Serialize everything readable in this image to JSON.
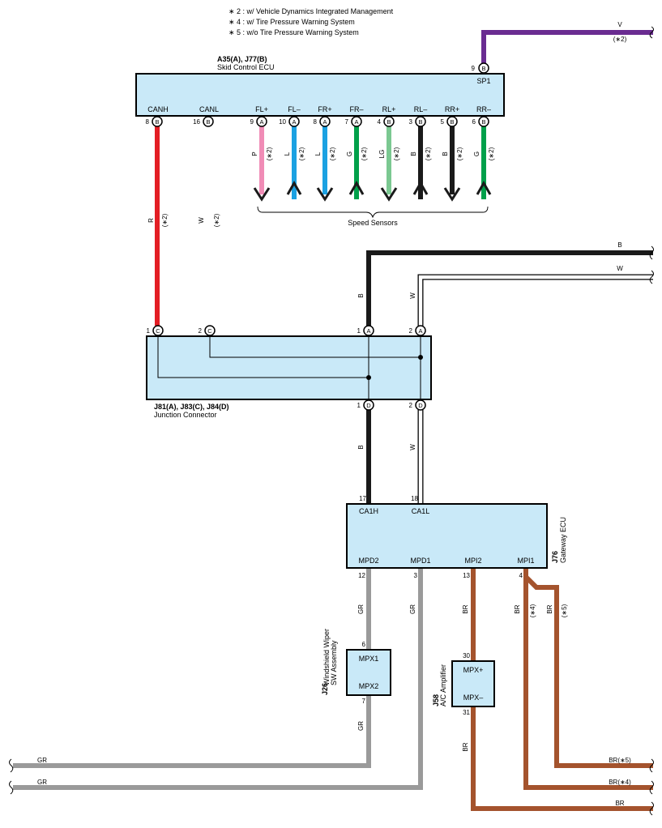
{
  "colors": {
    "R": "#e31e24",
    "V": "#6a2c91",
    "P": "#f08cb6",
    "L": "#1ba1e2",
    "G": "#00a04a",
    "LG": "#7bc891",
    "B": "#1a1a1a",
    "W": "#ffffff",
    "GR": "#9a9a9a",
    "BR": "#a4532d",
    "box": "#c9e9f8"
  },
  "notes": [
    "∗ 2 : w/ Vehicle Dynamics Integrated Management",
    "∗ 4 : w/ Tire Pressure Warning System",
    "∗ 5 : w/o Tire Pressure Warning System"
  ],
  "skid_ecu": {
    "code": "A35(A), J77(B)",
    "name": "Skid Control ECU",
    "sp1": {
      "pin": "9",
      "conn": "B",
      "label": "SP1",
      "wire": "V",
      "note": "(∗2)"
    },
    "pins": [
      {
        "label": "CANH",
        "num": "8",
        "conn": "B",
        "wire": "R",
        "note": "(∗2)"
      },
      {
        "label": "CANL",
        "num": "16",
        "conn": "B",
        "wire": "W",
        "note": "(∗2)"
      },
      {
        "label": "FL+",
        "num": "9",
        "conn": "A",
        "wire": "P",
        "note": "(∗2)"
      },
      {
        "label": "FL–",
        "num": "10",
        "conn": "A",
        "wire": "L",
        "note": "(∗2)"
      },
      {
        "label": "FR+",
        "num": "8",
        "conn": "A",
        "wire": "L",
        "note": "(∗2)"
      },
      {
        "label": "FR–",
        "num": "7",
        "conn": "A",
        "wire": "G",
        "note": "(∗2)"
      },
      {
        "label": "RL+",
        "num": "4",
        "conn": "B",
        "wire": "LG",
        "note": "(∗2)"
      },
      {
        "label": "RL–",
        "num": "3",
        "conn": "B",
        "wire": "B",
        "note": "(∗2)"
      },
      {
        "label": "RR+",
        "num": "5",
        "conn": "B",
        "wire": "B",
        "note": "(∗2)"
      },
      {
        "label": "RR–",
        "num": "6",
        "conn": "B",
        "wire": "G",
        "note": "(∗2)"
      }
    ],
    "speed_sensors_label": "Speed Sensors"
  },
  "junction": {
    "code": "J81(A), J83(C), J84(D)",
    "name": "Junction Connector",
    "top_pins": [
      {
        "num": "1",
        "conn": "C"
      },
      {
        "num": "2",
        "conn": "C"
      },
      {
        "num": "1",
        "conn": "A"
      },
      {
        "num": "2",
        "conn": "A"
      }
    ],
    "bottom_pins": [
      {
        "num": "1",
        "conn": "D"
      },
      {
        "num": "2",
        "conn": "D"
      }
    ],
    "wire_a1": "B",
    "wire_a2": "W",
    "wire_d1": "B",
    "wire_d2": "W",
    "right_top": "B",
    "right_mid": "W"
  },
  "gateway": {
    "code": "J76",
    "name": "Gateway ECU",
    "top_pins": [
      {
        "num": "17",
        "label": "CA1H"
      },
      {
        "num": "18",
        "label": "CA1L"
      }
    ],
    "bottom_pins": [
      {
        "num": "12",
        "label": "MPD2",
        "wire": "GR"
      },
      {
        "num": "3",
        "label": "MPD1",
        "wire": "GR"
      },
      {
        "num": "13",
        "label": "MPI2",
        "wire": "BR"
      },
      {
        "num": "4",
        "label": "MPI1",
        "wire": "BR",
        "note_a": "(∗4)",
        "note_b": "(∗5)"
      }
    ]
  },
  "wiper": {
    "code": "J26",
    "name1": "Windshield Wiper",
    "name2": "SW Assembly",
    "pin_top": "6",
    "label_top": "MPX1",
    "pin_bot": "7",
    "label_bot": "MPX2",
    "wire_bot": "GR"
  },
  "amp": {
    "code": "J58",
    "name": "A/C Amplifier",
    "pin_top": "30",
    "label_top": "MPX+",
    "pin_bot": "31",
    "label_bot": "MPX–",
    "wire_bot": "BR"
  },
  "bottom_wires": {
    "gr1": "GR",
    "gr2": "GR",
    "br5": "BR(∗5)",
    "br4": "BR(∗4)",
    "br": "BR"
  }
}
